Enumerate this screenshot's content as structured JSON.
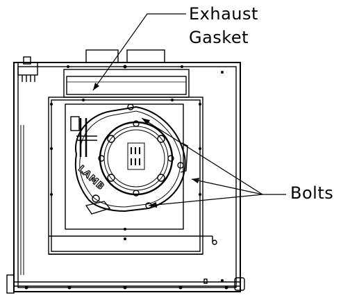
{
  "labels": {
    "exhaust": "Exhaust",
    "gasket": "Gasket",
    "bolts": "Bolts"
  },
  "blower_stamp": "LAMB",
  "colors": {
    "line": "#000000",
    "background": "#ffffff"
  }
}
